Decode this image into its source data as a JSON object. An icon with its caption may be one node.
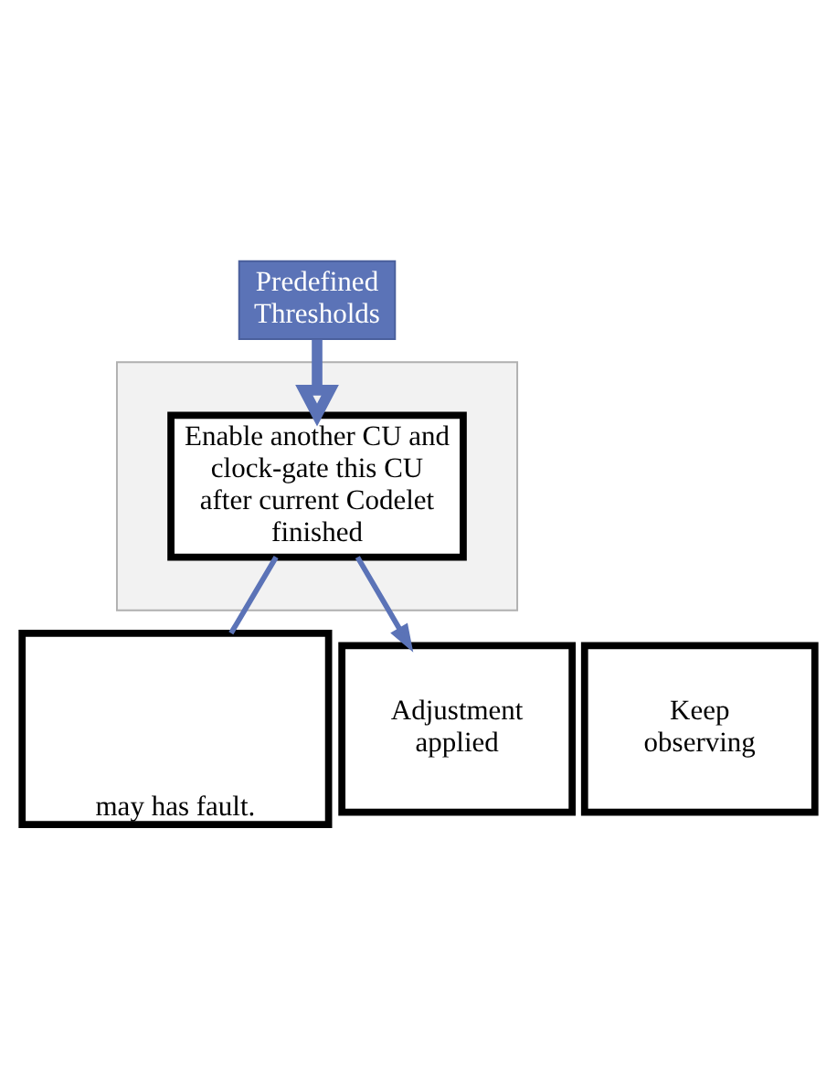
{
  "diagram": {
    "nodes": [
      {
        "text": [
          "Predefined Thresholds"
        ]
      },
      {
        "text": [],
        "shape": "box"
      },
      {
        "text": [
          "Enable another CU and clock-gate this CU after current Codelet finished"
        ],
        "in": 1
      },
      {
        "text": [
          "may has fault."
        ]
      },
      {
        "text": [
          "Keep observing"
        ]
      },
      {
        "text": [
          "Adjustment applied"
        ]
      }
    ],
    "edges": [
      {
        "from": 0,
        "to": 2,
        "arrow": "to",
        "style": "thick"
      },
      {
        "from": 2,
        "to": 3,
        "arrow": "none"
      },
      {
        "from": 2,
        "to": 5,
        "arrow": "to"
      }
    ]
  }
}
